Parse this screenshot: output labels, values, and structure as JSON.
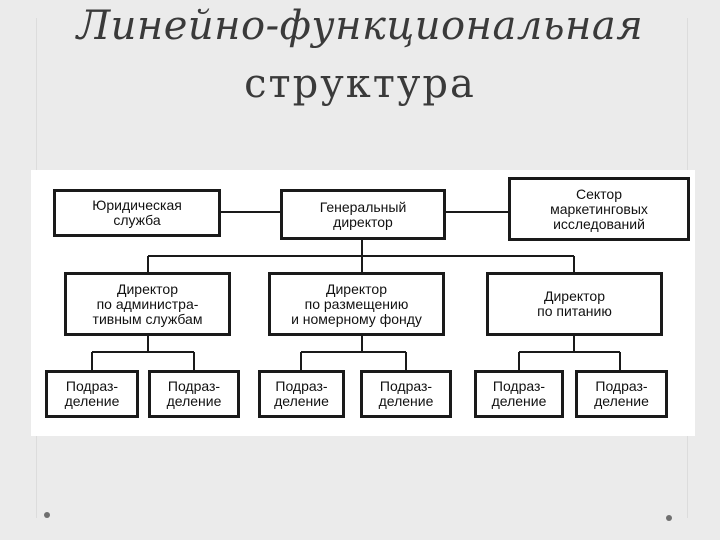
{
  "title": {
    "line1": "Линейно-функциональная",
    "line2": "структура"
  },
  "nodes": {
    "legal": [
      "Юридическая",
      "служба"
    ],
    "general": [
      "Генеральный",
      "директор"
    ],
    "marketing": [
      "Сектор",
      "маркетинговых",
      "исследований"
    ],
    "dir_admin": [
      "Директор",
      "по администра-",
      "тивным службам"
    ],
    "dir_rooms": [
      "Директор",
      "по размещению",
      "и номерному фонду"
    ],
    "dir_food": [
      "Директор",
      "по питанию"
    ],
    "subdivision": [
      "Подраз-",
      "деление"
    ]
  }
}
